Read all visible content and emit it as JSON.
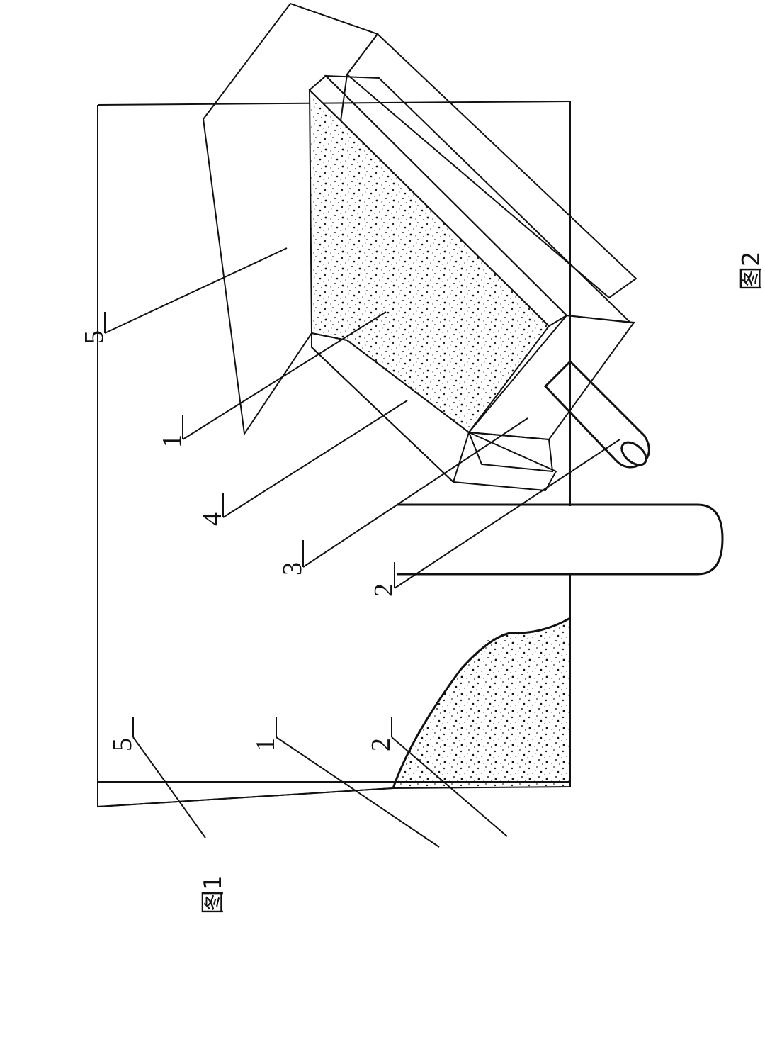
{
  "figure1": {
    "caption": "图1",
    "labels": {
      "body": "5",
      "foam": "1",
      "handle": "2"
    }
  },
  "figure2": {
    "caption": "图2",
    "labels": {
      "body": "5",
      "foam": "1",
      "strip": "4",
      "block": "3",
      "handle": "2"
    }
  }
}
